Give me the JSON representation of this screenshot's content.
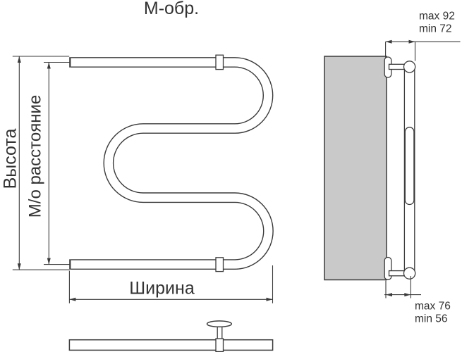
{
  "title": "М-обр.",
  "front_view": {
    "height_label": "Высота",
    "axis_label": "М/о расстояние",
    "width_label": "Ширина"
  },
  "side_view": {
    "top_max": "max 92",
    "top_min": "min 72",
    "bottom_max": "max 76",
    "bottom_min": "min 56"
  },
  "colors": {
    "line": "#3a3a3a",
    "wall_fill": "#c9c9c9",
    "background": "#ffffff",
    "text": "#333333"
  }
}
